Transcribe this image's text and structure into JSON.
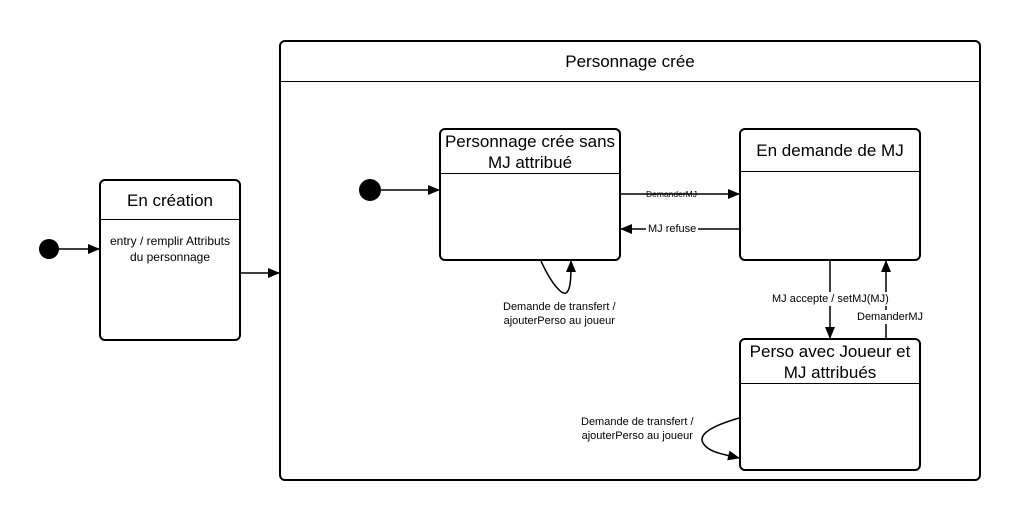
{
  "composite": {
    "title": "Personnage crée"
  },
  "states": {
    "en_creation": {
      "title": "En création",
      "entry_line1": "entry / remplir Attributs",
      "entry_line2": "du personnage"
    },
    "sans_mj": {
      "title_line1": "Personnage crée sans",
      "title_line2": "MJ attribué"
    },
    "demande_mj": {
      "title": "En demande de MJ"
    },
    "perso_joueur_mj": {
      "title_line1": "Perso avec Joueur et",
      "title_line2": "MJ attribués"
    }
  },
  "transitions": {
    "demander_mj_top": "DemanderMJ",
    "mj_refuse": "MJ refuse",
    "mj_accepte": "MJ accepte / setMJ(MJ)",
    "demander_mj_right": "DemanderMJ",
    "self_sans_mj_line1": "Demande de transfert /",
    "self_sans_mj_line2": "ajouterPerso au joueur",
    "self_perso_line1": "Demande de transfert /",
    "self_perso_line2": "ajouterPerso au joueur"
  }
}
